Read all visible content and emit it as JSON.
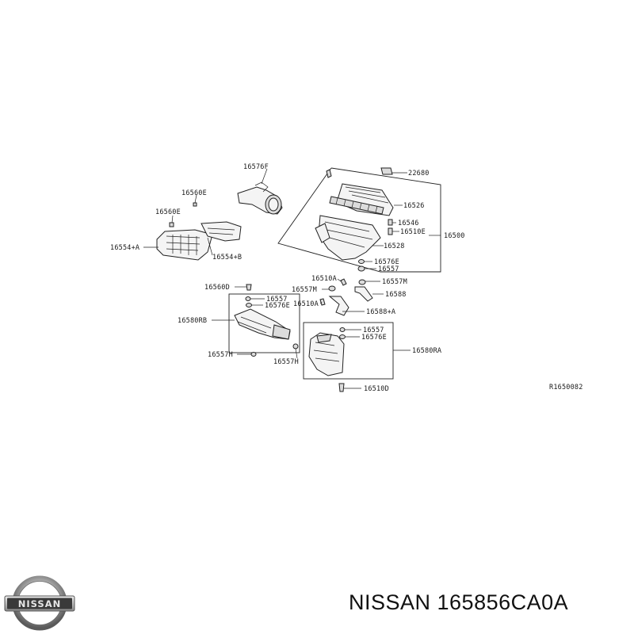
{
  "diagram": {
    "labels": {
      "p16576f": "16576F",
      "p22680": "22680",
      "p16560e_a": "16560E",
      "p16560e_b": "16560E",
      "p16526": "16526",
      "p16546": "16546",
      "p16510e": "16510E",
      "p16500": "16500",
      "p16554a": "16554+A",
      "p16554b": "16554+B",
      "p16528": "16528",
      "p16576e_a": "16576E",
      "p16557_a": "16557",
      "p16510a_a": "16510A",
      "p16557m_a": "16557M",
      "p16560d": "16560D",
      "p16557m_b": "16557M",
      "p16588": "16588",
      "p16557_b": "16557",
      "p16576e_b": "16576E",
      "p16510a_b": "16510A",
      "p16588a": "16588+A",
      "p16580rb": "16580RB",
      "p16557_c": "16557",
      "p16576e_c": "16576E",
      "p16580ra": "16580RA",
      "p16557h_a": "16557H",
      "p16557h_b": "16557H",
      "p16510d": "16510D",
      "ref": "R1650082"
    }
  },
  "logo": {
    "text": "NISSAN"
  },
  "caption": "NISSAN 165856CA0A"
}
